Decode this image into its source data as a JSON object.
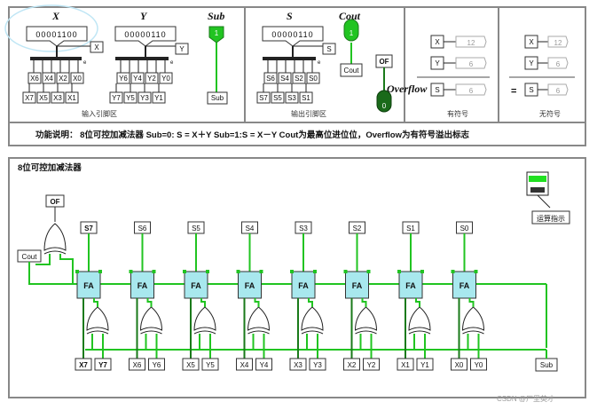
{
  "top_panel": {
    "titles": {
      "x": "X",
      "y": "Y",
      "sub": "Sub",
      "s": "S",
      "cout": "Cout",
      "overflow": "Overflow"
    },
    "x_register": "00001100",
    "y_register": "00000110",
    "s_register": "00000110",
    "x_pin": "X",
    "y_pin": "Y",
    "s_pin": "S",
    "sub_pin": "Sub",
    "cout_pin": "Cout",
    "of_pin": "OF",
    "sub_led": "1",
    "cout_led": "1",
    "of_led": "0",
    "x_bits_row1": [
      "X6",
      "X4",
      "X2",
      "X0"
    ],
    "x_bits_row2": [
      "X7",
      "X5",
      "X3",
      "X1"
    ],
    "y_bits_row1": [
      "Y6",
      "Y4",
      "Y2",
      "Y0"
    ],
    "y_bits_row2": [
      "Y7",
      "Y5",
      "Y3",
      "Y1"
    ],
    "s_bits_row1": [
      "S6",
      "S4",
      "S2",
      "S0"
    ],
    "s_bits_row2": [
      "S7",
      "S5",
      "S3",
      "S1"
    ],
    "input_section": "输入引脚区",
    "output_section": "输出引脚区",
    "signed_section": "有符号",
    "unsigned_section": "无符号",
    "signed_values": {
      "x": "12",
      "y": "6",
      "s": "6"
    },
    "unsigned_values": {
      "x": "12",
      "y": "6",
      "s": "6"
    },
    "equals": "="
  },
  "description": "功能说明：  8位可控加减法器    Sub=0: S = X＋Y  Sub=1:S = X－Y   Cout为最高位进位位，Overflow为有符号溢出标志",
  "circuit": {
    "title": "8位可控加减法器",
    "fa_label": "FA",
    "of_label": "OF",
    "cout_label": "Cout",
    "sub_label": "Sub",
    "indicator_label": "运算指示",
    "s_pins": [
      "S7",
      "S6",
      "S5",
      "S4",
      "S3",
      "S2",
      "S1",
      "S0"
    ],
    "x_pins": [
      "X7",
      "X6",
      "X5",
      "X4",
      "X3",
      "X2",
      "X1",
      "X0"
    ],
    "y_pins": [
      "Y7",
      "Y6",
      "Y5",
      "Y4",
      "Y3",
      "Y2",
      "Y1",
      "Y0"
    ]
  },
  "watermark": "CSDN @厂里英才",
  "colors": {
    "wire_on": "#21c421",
    "wire_dark": "#1a7a1a",
    "fa_fill": "#a8e8ee"
  }
}
